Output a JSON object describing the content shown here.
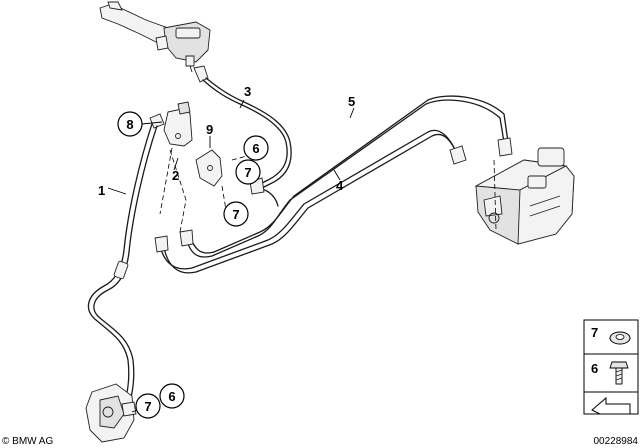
{
  "callouts": {
    "c1": "1",
    "c2": "2",
    "c3": "3",
    "c4": "4",
    "c5": "5",
    "c6a": "6",
    "c7a": "7",
    "c7b": "7",
    "c8": "8",
    "c9": "9",
    "c7c": "7",
    "c6b": "6"
  },
  "legend": {
    "item7": "7",
    "item6": "6"
  },
  "footer": {
    "brand": "© BMW AG",
    "image_no": "00228984"
  }
}
